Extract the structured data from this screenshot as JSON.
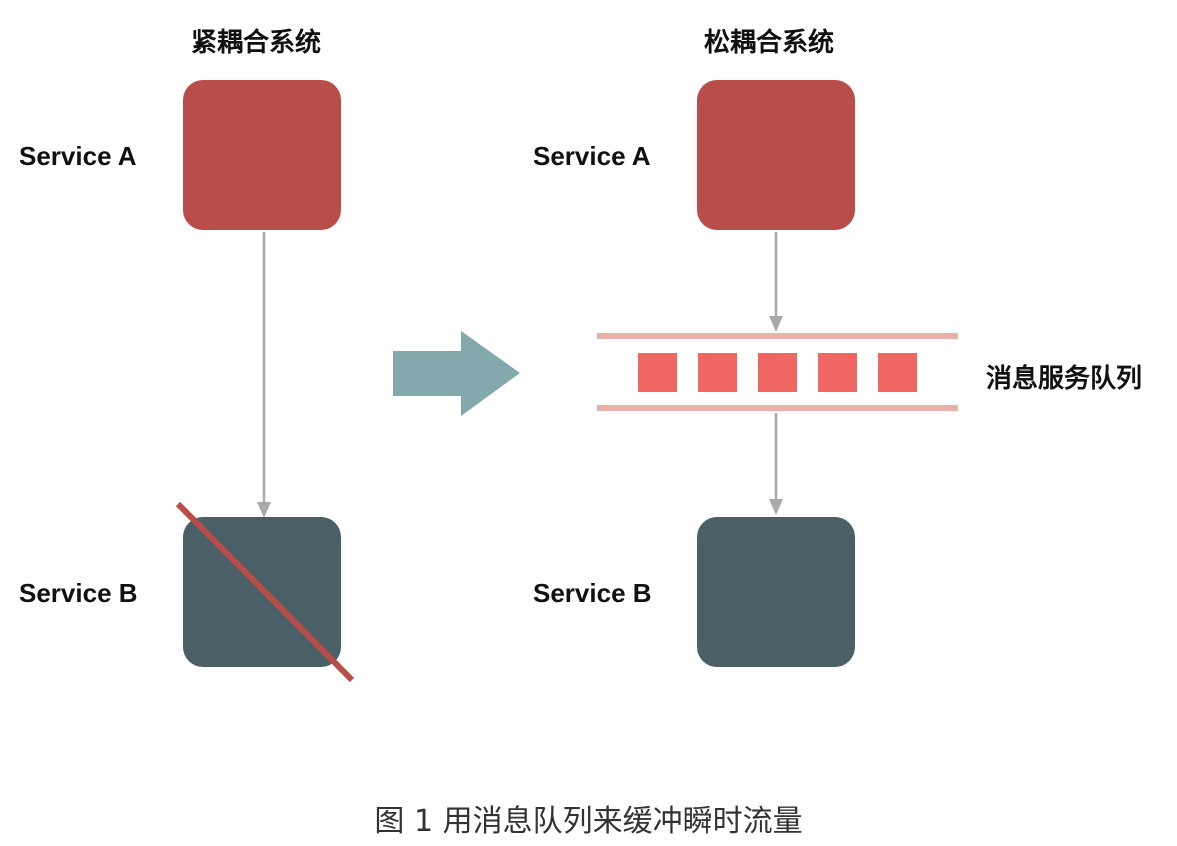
{
  "left_panel": {
    "title": "紧耦合系统",
    "service_a_label": "Service A",
    "service_b_label": "Service B"
  },
  "right_panel": {
    "title": "松耦合系统",
    "service_a_label": "Service A",
    "service_b_label": "Service B",
    "queue_label": "消息服务队列",
    "queue_message_count": 5
  },
  "caption": "图 1 用消息队列来缓冲瞬时流量",
  "colors": {
    "service_a": "#b94d49",
    "service_b": "#4a5f66",
    "connector": "#aaaaaa",
    "queue_rail": "#e8b2a8",
    "queue_message": "#ef6663",
    "transition_arrow": "#84a9ad",
    "failure_cross": "#b94d49"
  }
}
